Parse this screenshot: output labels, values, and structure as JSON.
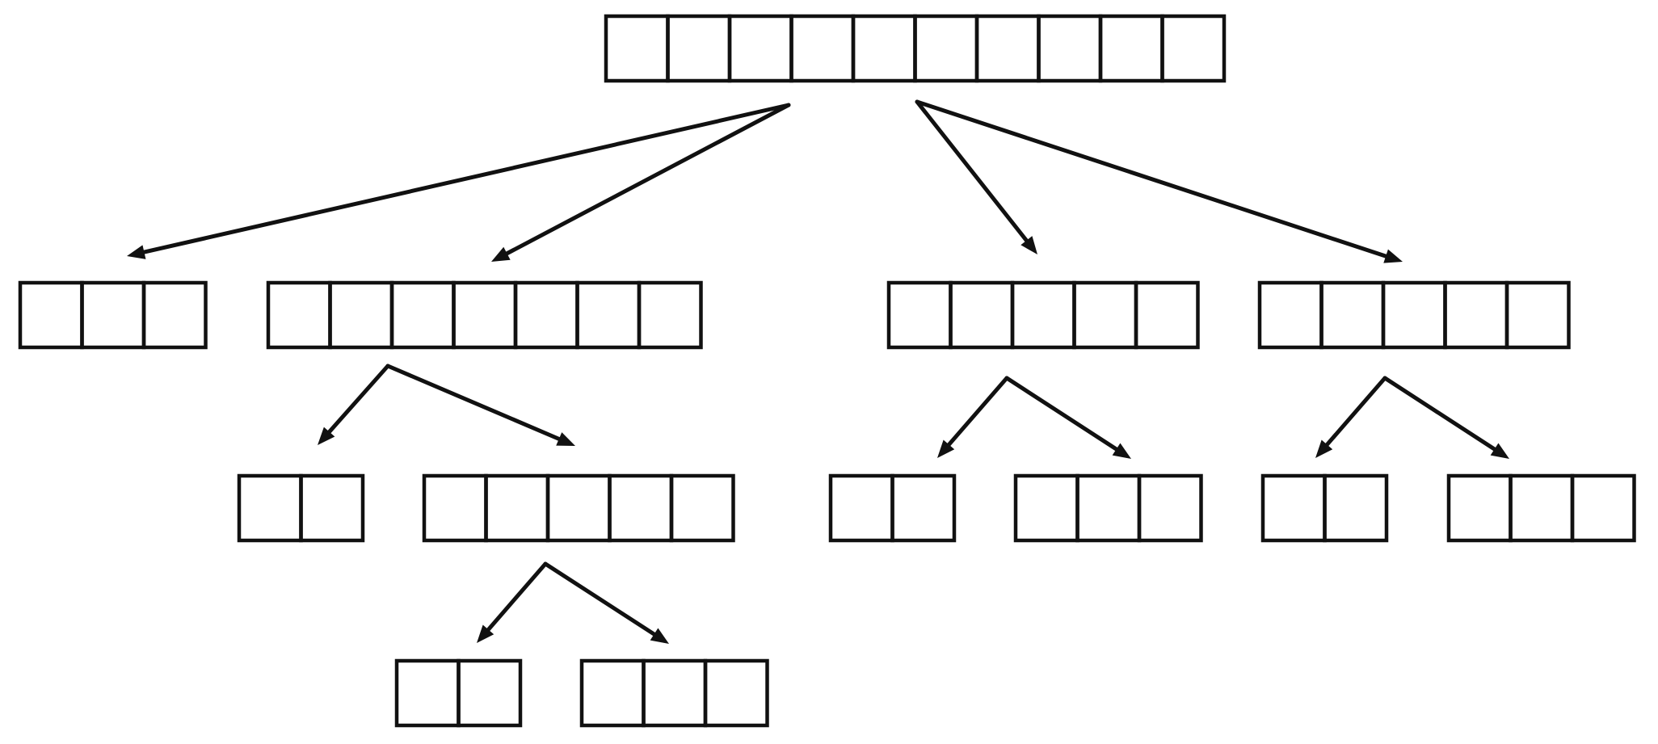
{
  "diagram": {
    "kind": "partition-tree",
    "colors": {
      "stroke": "#111111",
      "background": "#ffffff"
    },
    "root": {
      "id": "root",
      "cells": 10,
      "children": [
        {
          "id": "n1",
          "cells": 3,
          "children": []
        },
        {
          "id": "n2",
          "cells": 7,
          "children": [
            {
              "id": "n2a",
              "cells": 2,
              "children": []
            },
            {
              "id": "n2b",
              "cells": 5,
              "children": [
                {
                  "id": "n2b1",
                  "cells": 2,
                  "children": []
                },
                {
                  "id": "n2b2",
                  "cells": 3,
                  "children": []
                }
              ]
            }
          ]
        },
        {
          "id": "n3",
          "cells": 5,
          "children": [
            {
              "id": "n3a",
              "cells": 2,
              "children": []
            },
            {
              "id": "n3b",
              "cells": 3,
              "children": []
            }
          ]
        },
        {
          "id": "n4",
          "cells": 5,
          "children": [
            {
              "id": "n4a",
              "cells": 2,
              "children": []
            },
            {
              "id": "n4b",
              "cells": 3,
              "children": []
            }
          ]
        }
      ]
    }
  }
}
